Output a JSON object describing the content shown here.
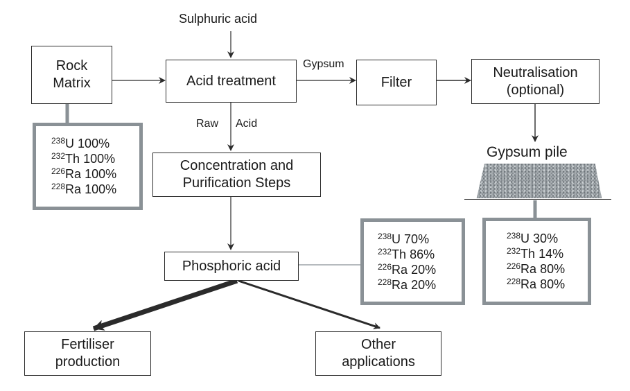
{
  "inputs": {
    "sulphuric_acid": "Sulphuric acid"
  },
  "nodes": {
    "rock_matrix": [
      "Rock",
      "Matrix"
    ],
    "acid_treatment": "Acid treatment",
    "filter": "Filter",
    "neutralisation": [
      "Neutralisation",
      "(optional)"
    ],
    "concentration": [
      "Concentration and",
      "Purification Steps"
    ],
    "phosphoric_acid": "Phosphoric acid",
    "fertiliser": [
      "Fertiliser",
      "production"
    ],
    "other_applications": [
      "Other",
      "applications"
    ]
  },
  "edge_labels": {
    "gypsum": "Gypsum",
    "raw": "Raw",
    "acid": "Acid"
  },
  "gypsum_pile": {
    "title": "Gypsum pile"
  },
  "distribution": {
    "rock": [
      {
        "iso": "238",
        "el": "U",
        "pct": "100%"
      },
      {
        "iso": "232",
        "el": "Th",
        "pct": "100%"
      },
      {
        "iso": "226",
        "el": "Ra",
        "pct": "100%"
      },
      {
        "iso": "228",
        "el": "Ra",
        "pct": "100%"
      }
    ],
    "phosphoric_acid": [
      {
        "iso": "238",
        "el": "U",
        "pct": "70%"
      },
      {
        "iso": "232",
        "el": "Th",
        "pct": "86%"
      },
      {
        "iso": "226",
        "el": "Ra",
        "pct": "20%"
      },
      {
        "iso": "228",
        "el": "Ra",
        "pct": "20%"
      }
    ],
    "gypsum": [
      {
        "iso": "238",
        "el": "U",
        "pct": "30%"
      },
      {
        "iso": "232",
        "el": "Th",
        "pct": "14%"
      },
      {
        "iso": "226",
        "el": "Ra",
        "pct": "80%"
      },
      {
        "iso": "228",
        "el": "Ra",
        "pct": "80%"
      }
    ]
  },
  "colors": {
    "line": "#2b2b2b",
    "panel_border": "#8a9196",
    "pile": "#a7adb1"
  }
}
